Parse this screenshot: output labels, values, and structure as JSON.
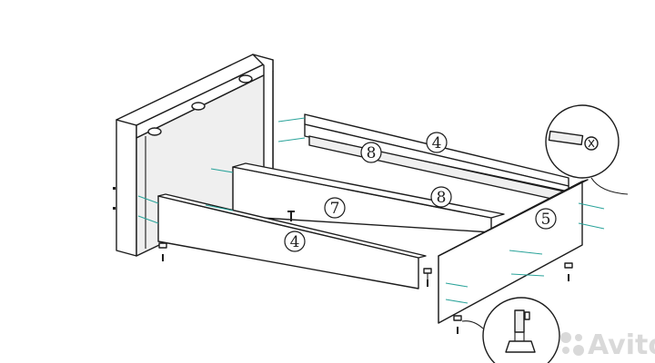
{
  "diagram": {
    "part_labels": [
      {
        "id": "top-rail",
        "text": "4"
      },
      {
        "id": "upper-slat",
        "text": "8"
      },
      {
        "id": "middle-panel",
        "text": "7"
      },
      {
        "id": "middle-slat",
        "text": "8"
      },
      {
        "id": "side-panel",
        "text": "5"
      },
      {
        "id": "front-rail",
        "text": "4"
      }
    ],
    "callouts": [
      {
        "id": "screw-detail",
        "icon": "screw-icon"
      },
      {
        "id": "wrench-detail",
        "icon": "hex-key-icon"
      }
    ]
  },
  "watermark": {
    "text": "Avito",
    "icon": "avito-logo-icon"
  }
}
